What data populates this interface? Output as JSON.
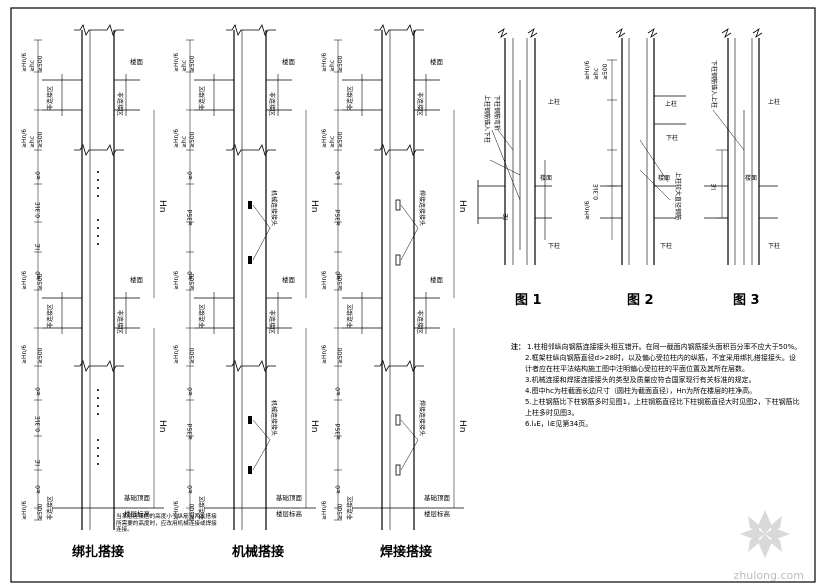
{
  "methods": [
    {
      "caption": "绑扎搭接"
    },
    {
      "caption": "机械搭接"
    },
    {
      "caption": "焊接搭接"
    }
  ],
  "dims": {
    "hn_over_6": "≥Hn/6",
    "hc_max": "≥hc",
    "mm500": "≥500",
    "lle": "lₗE",
    "lle_03": "0.3lₗE",
    "ge0": "≥0",
    "d35": "≥35d",
    "hn": "Hn"
  },
  "labels": {
    "floor_top": "楼面",
    "non_connect_zone": "非连接区",
    "foundation_top": "基础顶面",
    "floor_elev": "楼层标高",
    "mech_joint": "机械连接接头",
    "weld_joint": "焊接连接接头",
    "upper_column": "上柱",
    "lower_column": "下柱",
    "upper_bar_anchor": "上柱钢筋锚入下柱",
    "lower_bar_bend": "下柱钢筋弯折",
    "upper_bar_larger": "上柱较大直径钢筋",
    "lower_bar_anchor_upper": "下柱钢筋锚入上柱",
    "hc_note": "当某层连接区的高度小于纵筋分两批搭接所需要的高度时，应改用机械连接或焊接连接。"
  },
  "figures": [
    "图 1",
    "图 2",
    "图 3"
  ],
  "notes": {
    "prefix": "注：",
    "items": [
      "1.柱相邻纵向钢筋连接接头相互错开。在同一截面内钢筋接头面积百分率不应大于50%。",
      "2.框架柱纵向钢筋直径d>28时，以及偏心受拉柱内的纵筋，不宜采用绑扎搭接接头。设计者应在柱平法结构施工图中注明偏心受拉柱的平面位置及其所在层数。",
      "3.机械连接和焊接连接接头的类型及质量应符合国家现行有关标准的规定。",
      "4.图中hc为柱截面长边尺寸（圆柱为截面直径），Hn为所在楼层的柱净高。",
      "5.上柱钢筋比下柱钢筋多时见图1，上柱钢筋直径比下柱钢筋直径大时见图2，下柱钢筋比上柱多时见图3。",
      "6.lₐE，lₗE见第34页。"
    ]
  },
  "watermark": "zhulong.com"
}
